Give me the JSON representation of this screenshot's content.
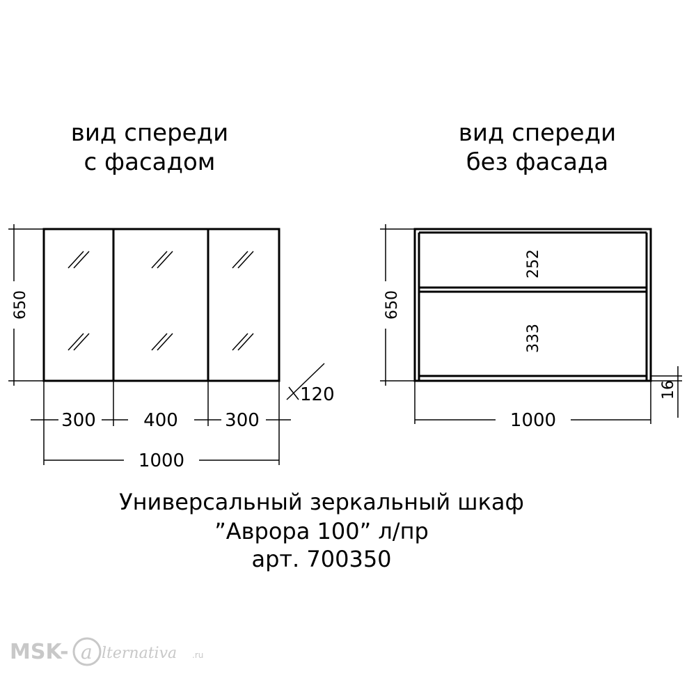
{
  "left_view": {
    "title_line1": "вид спереди",
    "title_line2": "с фасадом",
    "height": "650",
    "depth": "120",
    "width_left": "300",
    "width_middle": "400",
    "width_right": "300",
    "width_total": "1000"
  },
  "right_view": {
    "title_line1": "вид спереди",
    "title_line2": "без фасада",
    "height": "650",
    "shelf_upper": "252",
    "shelf_lower": "333",
    "plinth": "16",
    "width_total": "1000"
  },
  "caption": {
    "line1": "Универсальный зеркальный шкаф",
    "line2": "”Аврора 100” л/пр",
    "line3": "арт. 700350"
  },
  "watermark": {
    "brand_prefix": "MSK-",
    "brand_suffix": "lternativa",
    "brand_tld": ".ru"
  },
  "colors": {
    "line": "#000000",
    "watermark": "#c8c8c8"
  }
}
